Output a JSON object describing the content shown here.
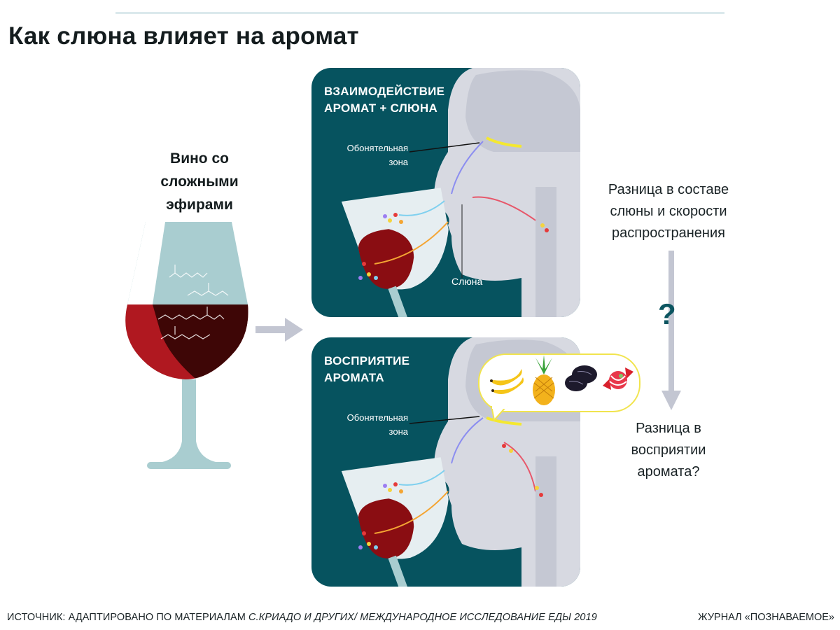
{
  "title": "Как слюна влияет на аромат",
  "glass": {
    "label_lines": [
      "Вино со",
      "сложными",
      "эфирами"
    ],
    "liquid_color": "#b01820",
    "liquid_dark_color": "#3e0606",
    "glass_color": "#a9cdd0"
  },
  "panels": [
    {
      "title_lines": [
        "ВЗАИМОДЕЙСТВИЕ",
        "АРОМАТ + СЛЮНА"
      ],
      "olfactory_label_lines": [
        "Обонятельная",
        "зона"
      ],
      "saliva_label": "Слюна",
      "background": "#06535f"
    },
    {
      "title_lines": [
        "ВОСПРИЯТИЕ",
        "АРОМАТА"
      ],
      "olfactory_label_lines": [
        "Обонятельная",
        "зона"
      ],
      "bubble_items": [
        "banana-icon",
        "pineapple-icon",
        "prune-icon",
        "candy-icon"
      ],
      "background": "#06535f"
    }
  ],
  "side": {
    "top_text_lines": [
      "Разница в составе",
      "слюны и скорости",
      "распространения"
    ],
    "question_mark": "?",
    "bottom_text_lines": [
      "Разница в",
      "восприятии",
      "аромата?"
    ]
  },
  "footer": {
    "source_prefix": "ИСТОЧНИК: АДАПТИРОВАНО ПО МАТЕРИАЛАМ ",
    "source_authors": "С.КРИАДО И ДРУГИХ/ МЕЖДУНАРОДНОЕ ИССЛЕДОВАНИЕ ЕДЫ 2019",
    "journal": "ЖУРНАЛ «ПОЗНАВАЕМОЕ»"
  }
}
